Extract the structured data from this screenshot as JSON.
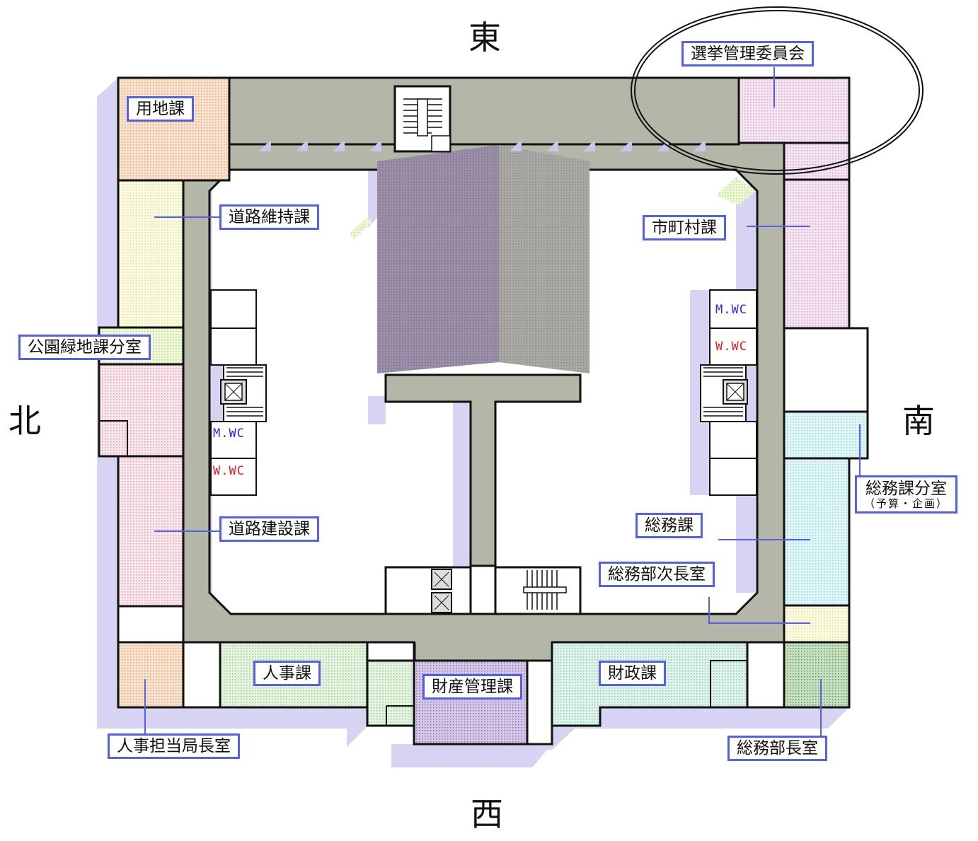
{
  "directions": {
    "east": "東",
    "west": "西",
    "north": "北",
    "south": "南"
  },
  "labels": {
    "senkyo": "選挙管理委員会",
    "youchi": "用地課",
    "douro_iji": "道路維持課",
    "shichoson": "市町村課",
    "kouen": "公園緑地課分室",
    "douro_kensetsu": "道路建設課",
    "soumu_bunshitsu": "総務課分室",
    "soumu_bunshitsu_sub": "（予算・企画）",
    "soumu": "総務課",
    "soumu_jicho": "総務部次長室",
    "jinji": "人事課",
    "zaisan": "財産管理課",
    "zaisei": "財政課",
    "jinji_kyokucho": "人事担当局長室",
    "soumu_bucho": "総務部長室"
  },
  "restrooms": {
    "men": "M.WC",
    "women": "W.WC"
  },
  "colors": {
    "label_border": "#5560e8",
    "corridor": "#b4b6a8",
    "men_wc": "#2a2ae0",
    "women_wc": "#e02020",
    "atrium": "#9a8ea8"
  }
}
